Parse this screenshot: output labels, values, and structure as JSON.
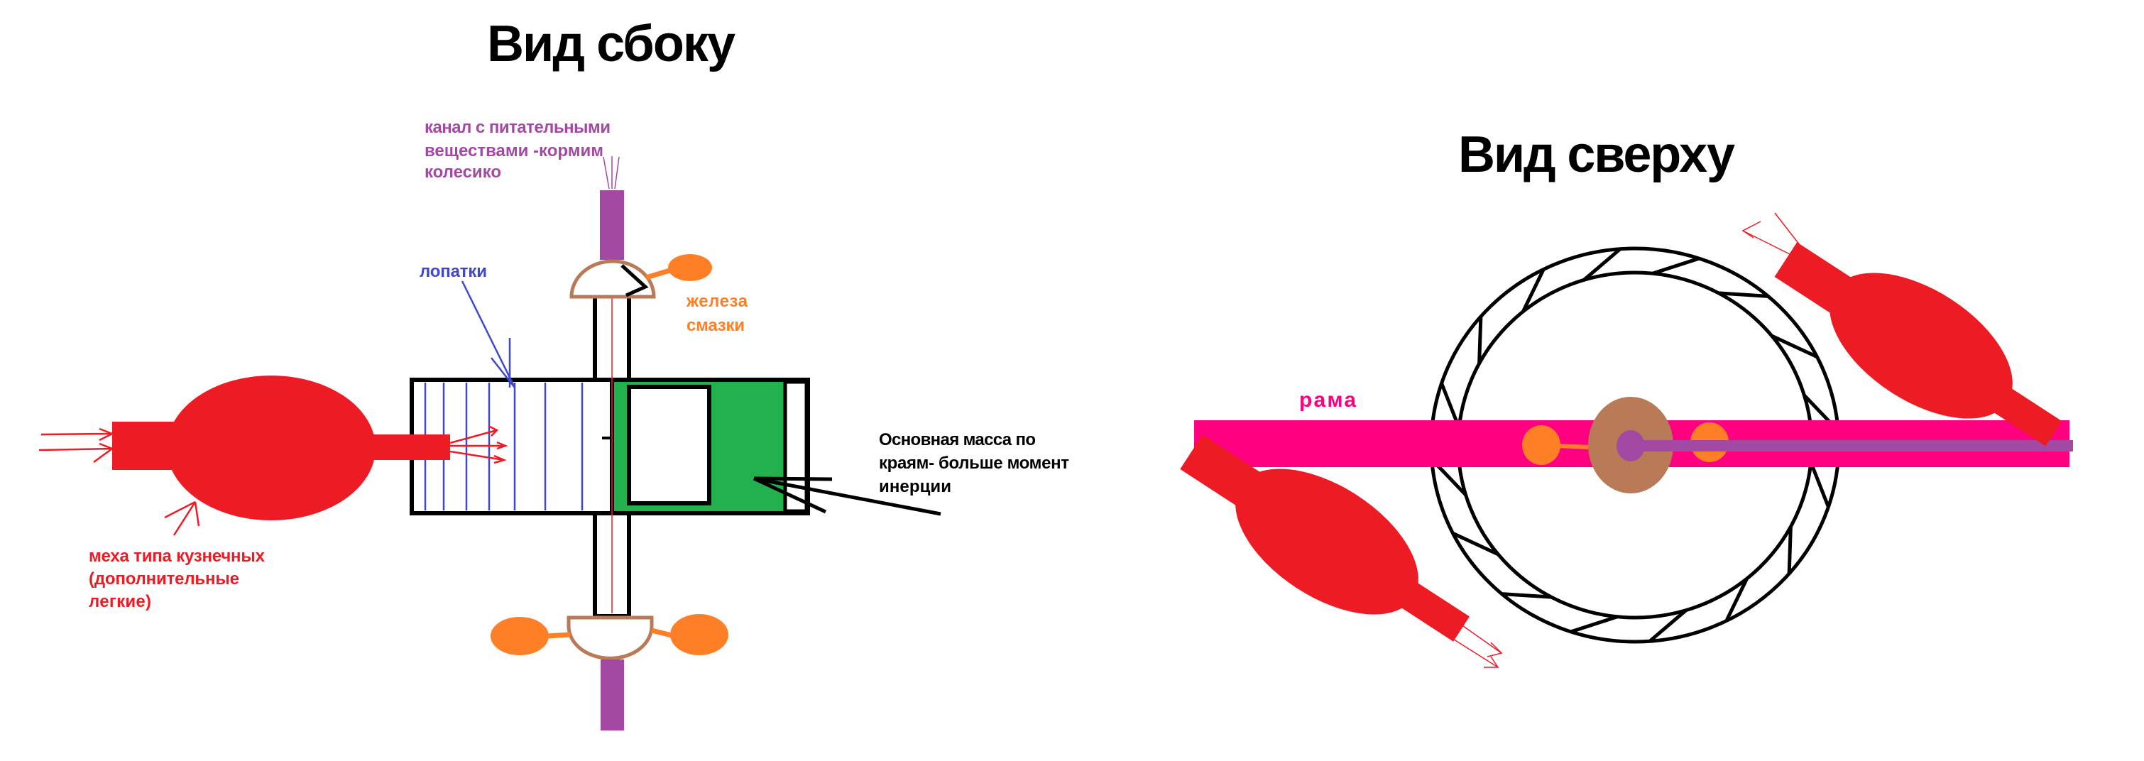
{
  "side_view": {
    "title": "Вид сбоку",
    "labels": {
      "channel": [
        "канал с питательными",
        "веществами -кормим",
        "колесико"
      ],
      "blades": "лопатки",
      "glands": [
        "железа",
        "смазки"
      ],
      "mass": [
        "Основная масса по",
        "краям- больше момент",
        "инерции"
      ],
      "bellows": [
        "меха типа кузнечных",
        "(дополнительные",
        "легкие)"
      ]
    }
  },
  "top_view": {
    "title": "Вид сверху",
    "labels": {
      "frame": "рама"
    }
  },
  "colors": {
    "bellows": "#ed1c24",
    "channel": "#a349a4",
    "glands": "#ff7f27",
    "cap": "#b97a57",
    "mass": "#22b14c",
    "blades": "#3f48cc",
    "frame": "#ff0080"
  }
}
